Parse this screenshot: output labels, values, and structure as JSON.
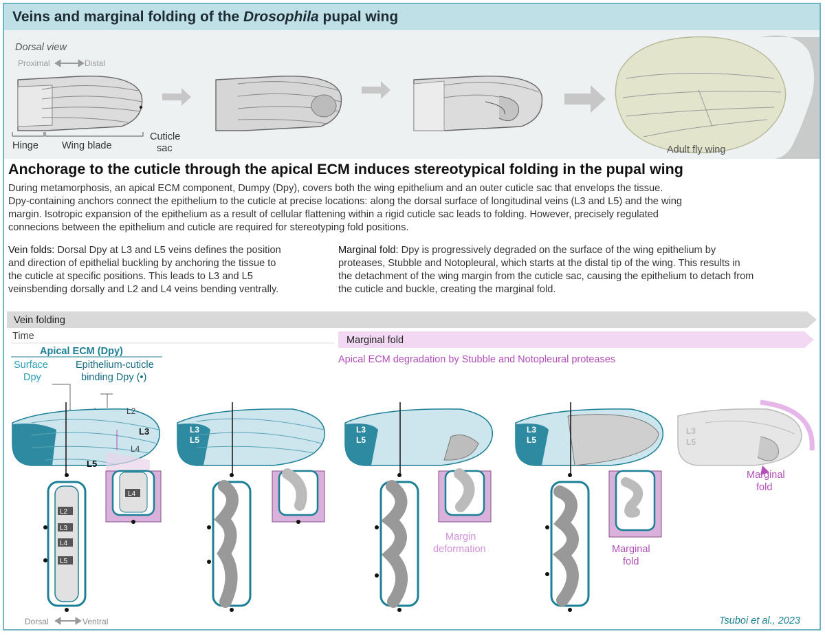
{
  "title": {
    "before": "Veins and marginal folding of the ",
    "italic": "Drosophila",
    "after": " pupal wing"
  },
  "dorsal_panel": {
    "view_label": "Dorsal view",
    "axis_left": "Proximal",
    "axis_right": "Distal",
    "hinge_label": "Hinge",
    "wing_blade_label": "Wing blade",
    "cuticle_sac_label_1": "Cuticle",
    "cuticle_sac_label_2": "sac",
    "adult_label": "Adult fly wing"
  },
  "section_heading": "Anchorage to the cuticle through the apical ECM induces stereotypical folding in the pupal wing",
  "intro_lines": [
    "During metamorphosis, an apical ECM component, Dumpy (Dpy), covers both the wing epithelium and an outer cuticle sac that envelops the tissue.",
    "Dpy-containing anchors connect the epithelium to the cuticle at precise locations: along the dorsal surface of longitudinal veins (L3 and L5) and the wing",
    "margin. Isotropic expansion of the epithelium as a result of cellular flattening within a rigid cuticle sac leads to folding. However, precisely regulated",
    "connecions between the epithelium and cuticle are required for stereotyping fold positions."
  ],
  "vein_folds": {
    "term": "Vein folds:",
    "lines": [
      " Dorsal Dpy at L3 and L5 veins defines the position",
      "and direction of epithelial buckling by anchoring the tissue to",
      "the cuticle at specific positions. This leads to L3 and L5",
      "veinsbending dorsally and L2 and L4 veins bending ventrally."
    ]
  },
  "marginal_fold": {
    "term": "Marginal fold:",
    "lines": [
      " Dpy is progressively degraded on the surface of the wing epithelium by",
      "proteases, Stubble and Notopleural, which starts at the distal tip of the wing. This results in",
      "the detachment of the wing margin from the cuticle sac, causing the epithelium to detach from",
      "the cuticle and buckle, creating the marginal fold."
    ]
  },
  "timeline": {
    "vein_folding": "Vein folding",
    "time": "Time",
    "marginal_fold": "Marginal fold",
    "degradation": "Apical ECM degradation by Stubble and Notopleural proteases"
  },
  "legend": {
    "apical_ecm": "Apical ECM (Dpy)",
    "surface_1": "Surface",
    "surface_2": "Dpy",
    "binding_1": "Epithelium-cuticle",
    "binding_2": "binding Dpy (•)"
  },
  "veins": {
    "l2": "L2",
    "l3": "L3",
    "l4": "L4",
    "l5": "L5"
  },
  "annotations": {
    "margin_deformation_1": "Margin",
    "margin_deformation_2": "deformation",
    "marginal_fold_1": "Marginal",
    "marginal_fold_2": "fold"
  },
  "axis_bottom": {
    "left": "Dorsal",
    "right": "Ventral"
  },
  "citation": "Tsuboi et al., 2023",
  "colors": {
    "teal": "#1b7f95",
    "light_teal": "#cde6ee",
    "pink": "#b24fb8",
    "light_pink": "#d9b1db",
    "title_bg": "#bfe0e6",
    "panel_bg": "#eef1f2",
    "grey_arrow": "#c7c7c7"
  }
}
